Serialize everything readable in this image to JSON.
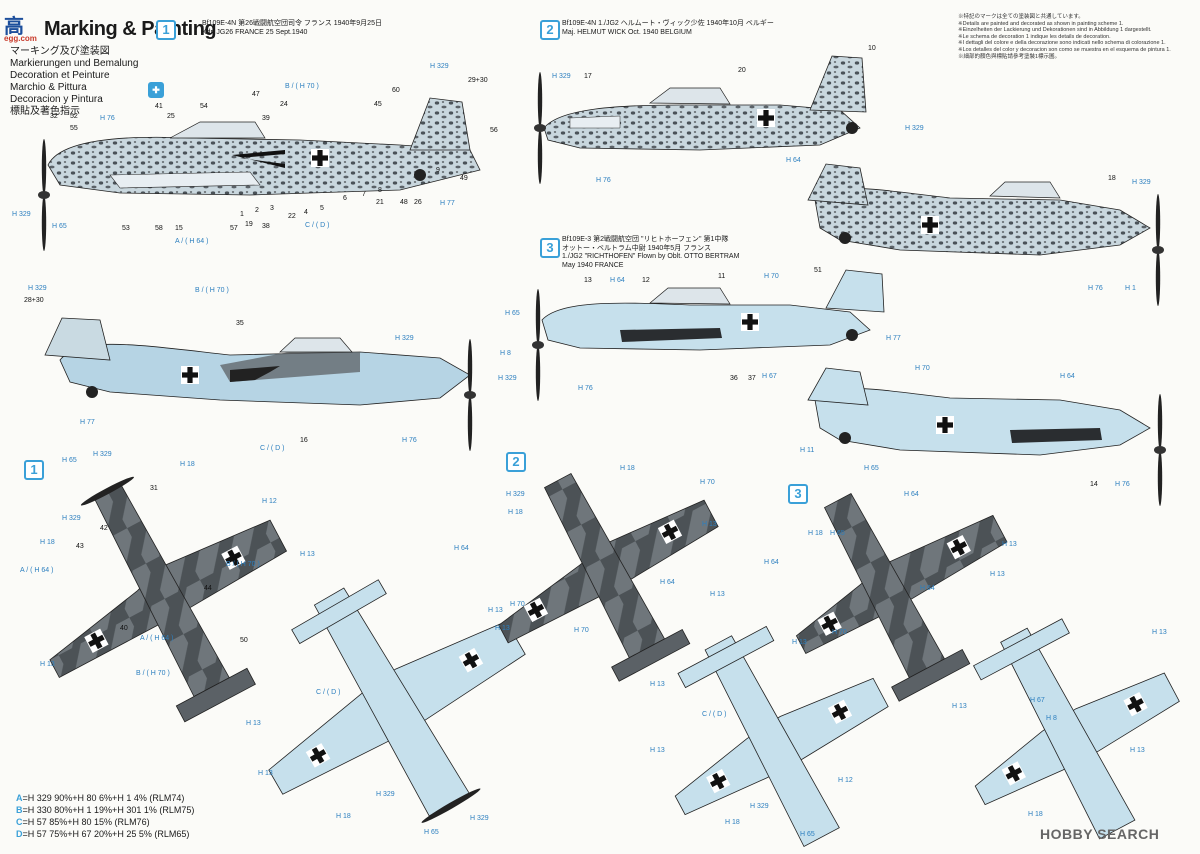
{
  "header": {
    "logo_text": "高",
    "logo_sub": "egg.com",
    "title": "Marking & Painting",
    "subtitles": [
      "マーキング及び塗装図",
      "Markierungen und Bemalung",
      "Decoration et Peinture",
      "Marchio & Pittura",
      "Decoracion y Pintura",
      "標貼及著色指示"
    ]
  },
  "schemes": [
    {
      "badge": "1",
      "lines": [
        "Bf109E-4N 第26戦闘航空団司令 フランス 1940年9月25日",
        "Kdr. JG26 FRANCE 25 Sept.1940"
      ]
    },
    {
      "badge": "2",
      "lines": [
        "Bf109E-4N 1./JG2 ヘルムート・ヴィック少佐 1940年10月 ベルギー",
        "Maj. HELMUT WICK Oct. 1940 BELGIUM"
      ]
    },
    {
      "badge": "3",
      "lines": [
        "Bf109E-3 第2戦闘航空団 \"リヒトホーフェン\" 第1中隊",
        "オットー・ベルトラム中尉 1940年5月 フランス",
        "1./JG2 \"RICHTHOFEN\" Flown by Oblt. OTTO BERTRAM",
        "May 1940 FRANCE"
      ]
    }
  ],
  "plan_badges": [
    "1",
    "2",
    "3"
  ],
  "notes": [
    "※特記のマークは全ての塗装図と共通しています。",
    "※Details are painted and decorated as shown in painting scheme 1.",
    "※Einzelheiten der Lackierung und Dekorationen sind in Abbildung 1 dargestellt.",
    "※Le schema de decoration 1 indique les details de decoration.",
    "※I dettagli del colore e della decorazione sono indicati nello schema di colorazione 1.",
    "※Los detalles del color y decoracion son como se muestra en el esquema de pintura 1.",
    "※細部的顏色與標貼請參考塗裝1標示圖。"
  ],
  "legend": [
    {
      "key": "A",
      "text": "=H 329 90%+H 80 6%+H 1 4% (RLM74)"
    },
    {
      "key": "B",
      "text": "=H 330 80%+H 1 19%+H 301 1% (RLM75)"
    },
    {
      "key": "C",
      "text": "=H 57 85%+H 80 15% (RLM76)"
    },
    {
      "key": "D",
      "text": "=H 57 75%+H 67 20%+H 25 5% (RLM65)"
    }
  ],
  "callouts": {
    "color_codes": [
      "H 329",
      "H 65",
      "H 76",
      "H 70",
      "H 64",
      "H 77",
      "H 11",
      "H 1",
      "H 18",
      "H 12",
      "H 13",
      "H 67",
      "H 8",
      "H 329",
      "A",
      "B",
      "C / ( D )",
      "A / ( H 64 )",
      "B / ( H 70 )"
    ],
    "part_numbers": [
      "54",
      "47",
      "24",
      "39",
      "45",
      "60",
      "29+30",
      "56",
      "49",
      "32",
      "52",
      "55",
      "41",
      "25",
      "53",
      "58",
      "15",
      "57",
      "19",
      "38",
      "22",
      "21",
      "48",
      "26",
      "9",
      "8",
      "7",
      "6",
      "5",
      "4",
      "3",
      "2",
      "1",
      "10",
      "17",
      "20",
      "11",
      "12",
      "13",
      "14",
      "16",
      "18",
      "28+30",
      "35",
      "40",
      "42",
      "43",
      "44",
      "50",
      "51",
      "31",
      "36",
      "37"
    ]
  },
  "watermark": "HOBBY SEARCH"
}
